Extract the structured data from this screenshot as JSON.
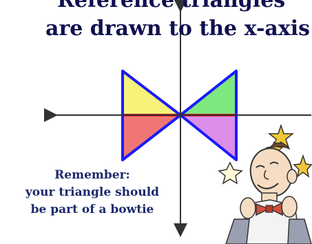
{
  "title": {
    "line1": "Reference triangles",
    "line2": "are drawn to the x-axis"
  },
  "note": {
    "line1": "Remember:",
    "line2": "your triangle should",
    "line3": "be part of a bowtie"
  },
  "colors": {
    "axis": "#333333",
    "outline": "#1a1aff",
    "accent_red": "#e0202a",
    "q1": "#7ee87e",
    "q2": "#f6f27a",
    "q3": "#f07676",
    "q4": "#dc8ee8",
    "title": "#101050",
    "note": "#1c2a6b"
  },
  "illustration": {
    "subject": "cartoon man with bowtie and stars",
    "icons": [
      "star-icon",
      "star-icon",
      "star-icon",
      "star-icon"
    ]
  }
}
